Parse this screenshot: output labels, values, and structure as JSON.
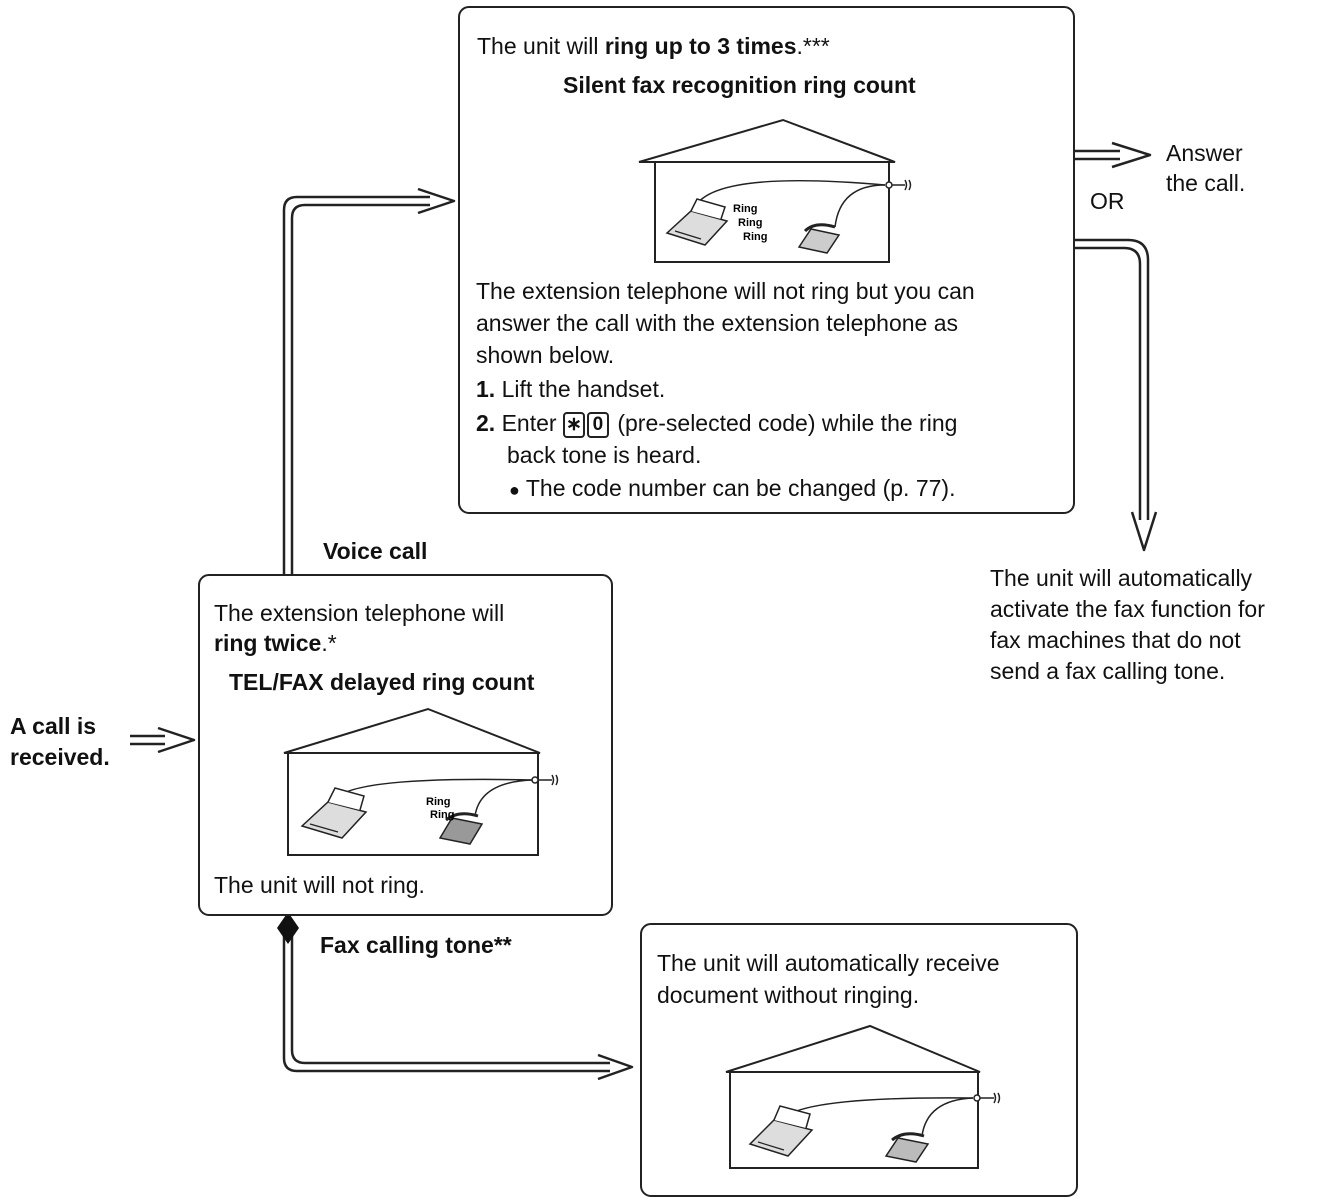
{
  "top_box": {
    "line1_pre": "The unit will ",
    "line1_bold": "ring up to 3 times",
    "line1_post": ".***",
    "title": "Silent fax recognition ring count",
    "ring_words": [
      "Ring",
      "Ring",
      "Ring"
    ],
    "desc": [
      "The extension telephone will not ring but you can",
      "answer the call with the extension telephone as",
      "shown below."
    ],
    "step1_num": "1.",
    "step1_text": "Lift the handset.",
    "step2_num": "2.",
    "step2_pre": "Enter",
    "key_star": "∗",
    "key_zero": "0",
    "step2_post": "(pre-selected code) while the ring",
    "step2_cont": "back tone is heard.",
    "bullet": "●",
    "bullet_text": "The code number can be changed (p. 77)."
  },
  "middle_box": {
    "line1": "The extension telephone will",
    "line2_bold": "ring twice",
    "line2_post": ".*",
    "title": "TEL/FAX delayed ring count",
    "ring_words": [
      "Ring",
      "Ring"
    ],
    "footer": "The unit will not ring."
  },
  "bottom_box": {
    "line1": "The unit will automatically receive",
    "line2": "document without ringing."
  },
  "labels": {
    "voice_call": "Voice call",
    "fax_tone": "Fax calling tone**",
    "call_received_1": "A call is",
    "call_received_2": "received.",
    "answer_1": "Answer",
    "answer_2": "the call.",
    "or": "OR",
    "auto": [
      "The unit will automatically",
      "activate the fax function for",
      "fax machines that do not",
      "send a fax calling tone."
    ]
  }
}
